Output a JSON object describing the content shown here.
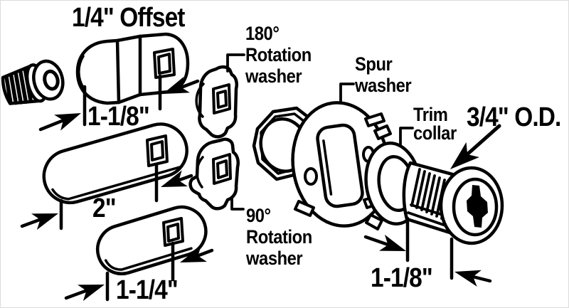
{
  "canvas": {
    "background": "#ffffff",
    "ink": "#000000"
  },
  "labels": {
    "offset_cam": "1/4\" Offset",
    "rotation_washer_180": [
      "180°",
      "Rotation",
      "washer"
    ],
    "spur_washer": [
      "Spur",
      "washer"
    ],
    "trim_collar": [
      "Trim",
      "collar"
    ],
    "outer_diameter": "3/4\" O.D.",
    "rotation_washer_90": [
      "90°",
      "Rotation",
      "washer"
    ]
  },
  "dimensions": {
    "offset_cam_length": "1-1/8\"",
    "straight_cam_length": "2\"",
    "small_cam_length": "1-1/4\"",
    "cylinder_length": "1-1/8\""
  }
}
